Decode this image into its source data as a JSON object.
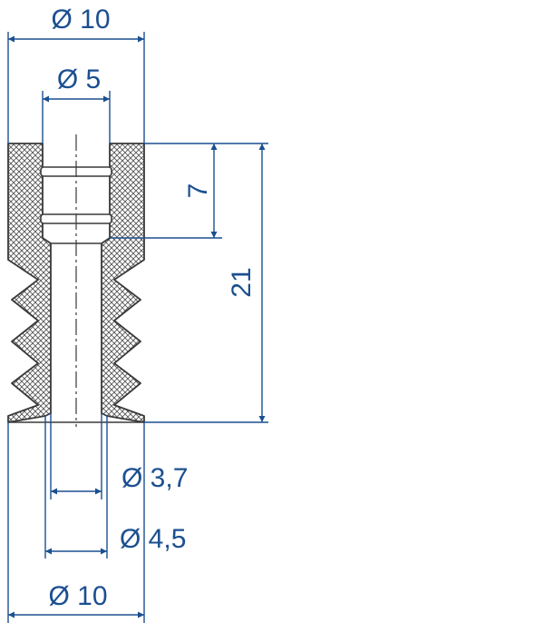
{
  "dimensions": {
    "top_outer_diameter": "Ø 10",
    "top_inner_diameter": "Ø 5",
    "top_section_height": "7",
    "total_height": "21",
    "bore_diameter": "Ø 3,7",
    "bottom_inner_diameter": "Ø 4,5",
    "bottom_outer_diameter": "Ø 10"
  },
  "colors": {
    "dimension": "#1b4f91",
    "outline": "#3a3a3a",
    "hatch": "#555555",
    "background": "#ffffff"
  }
}
